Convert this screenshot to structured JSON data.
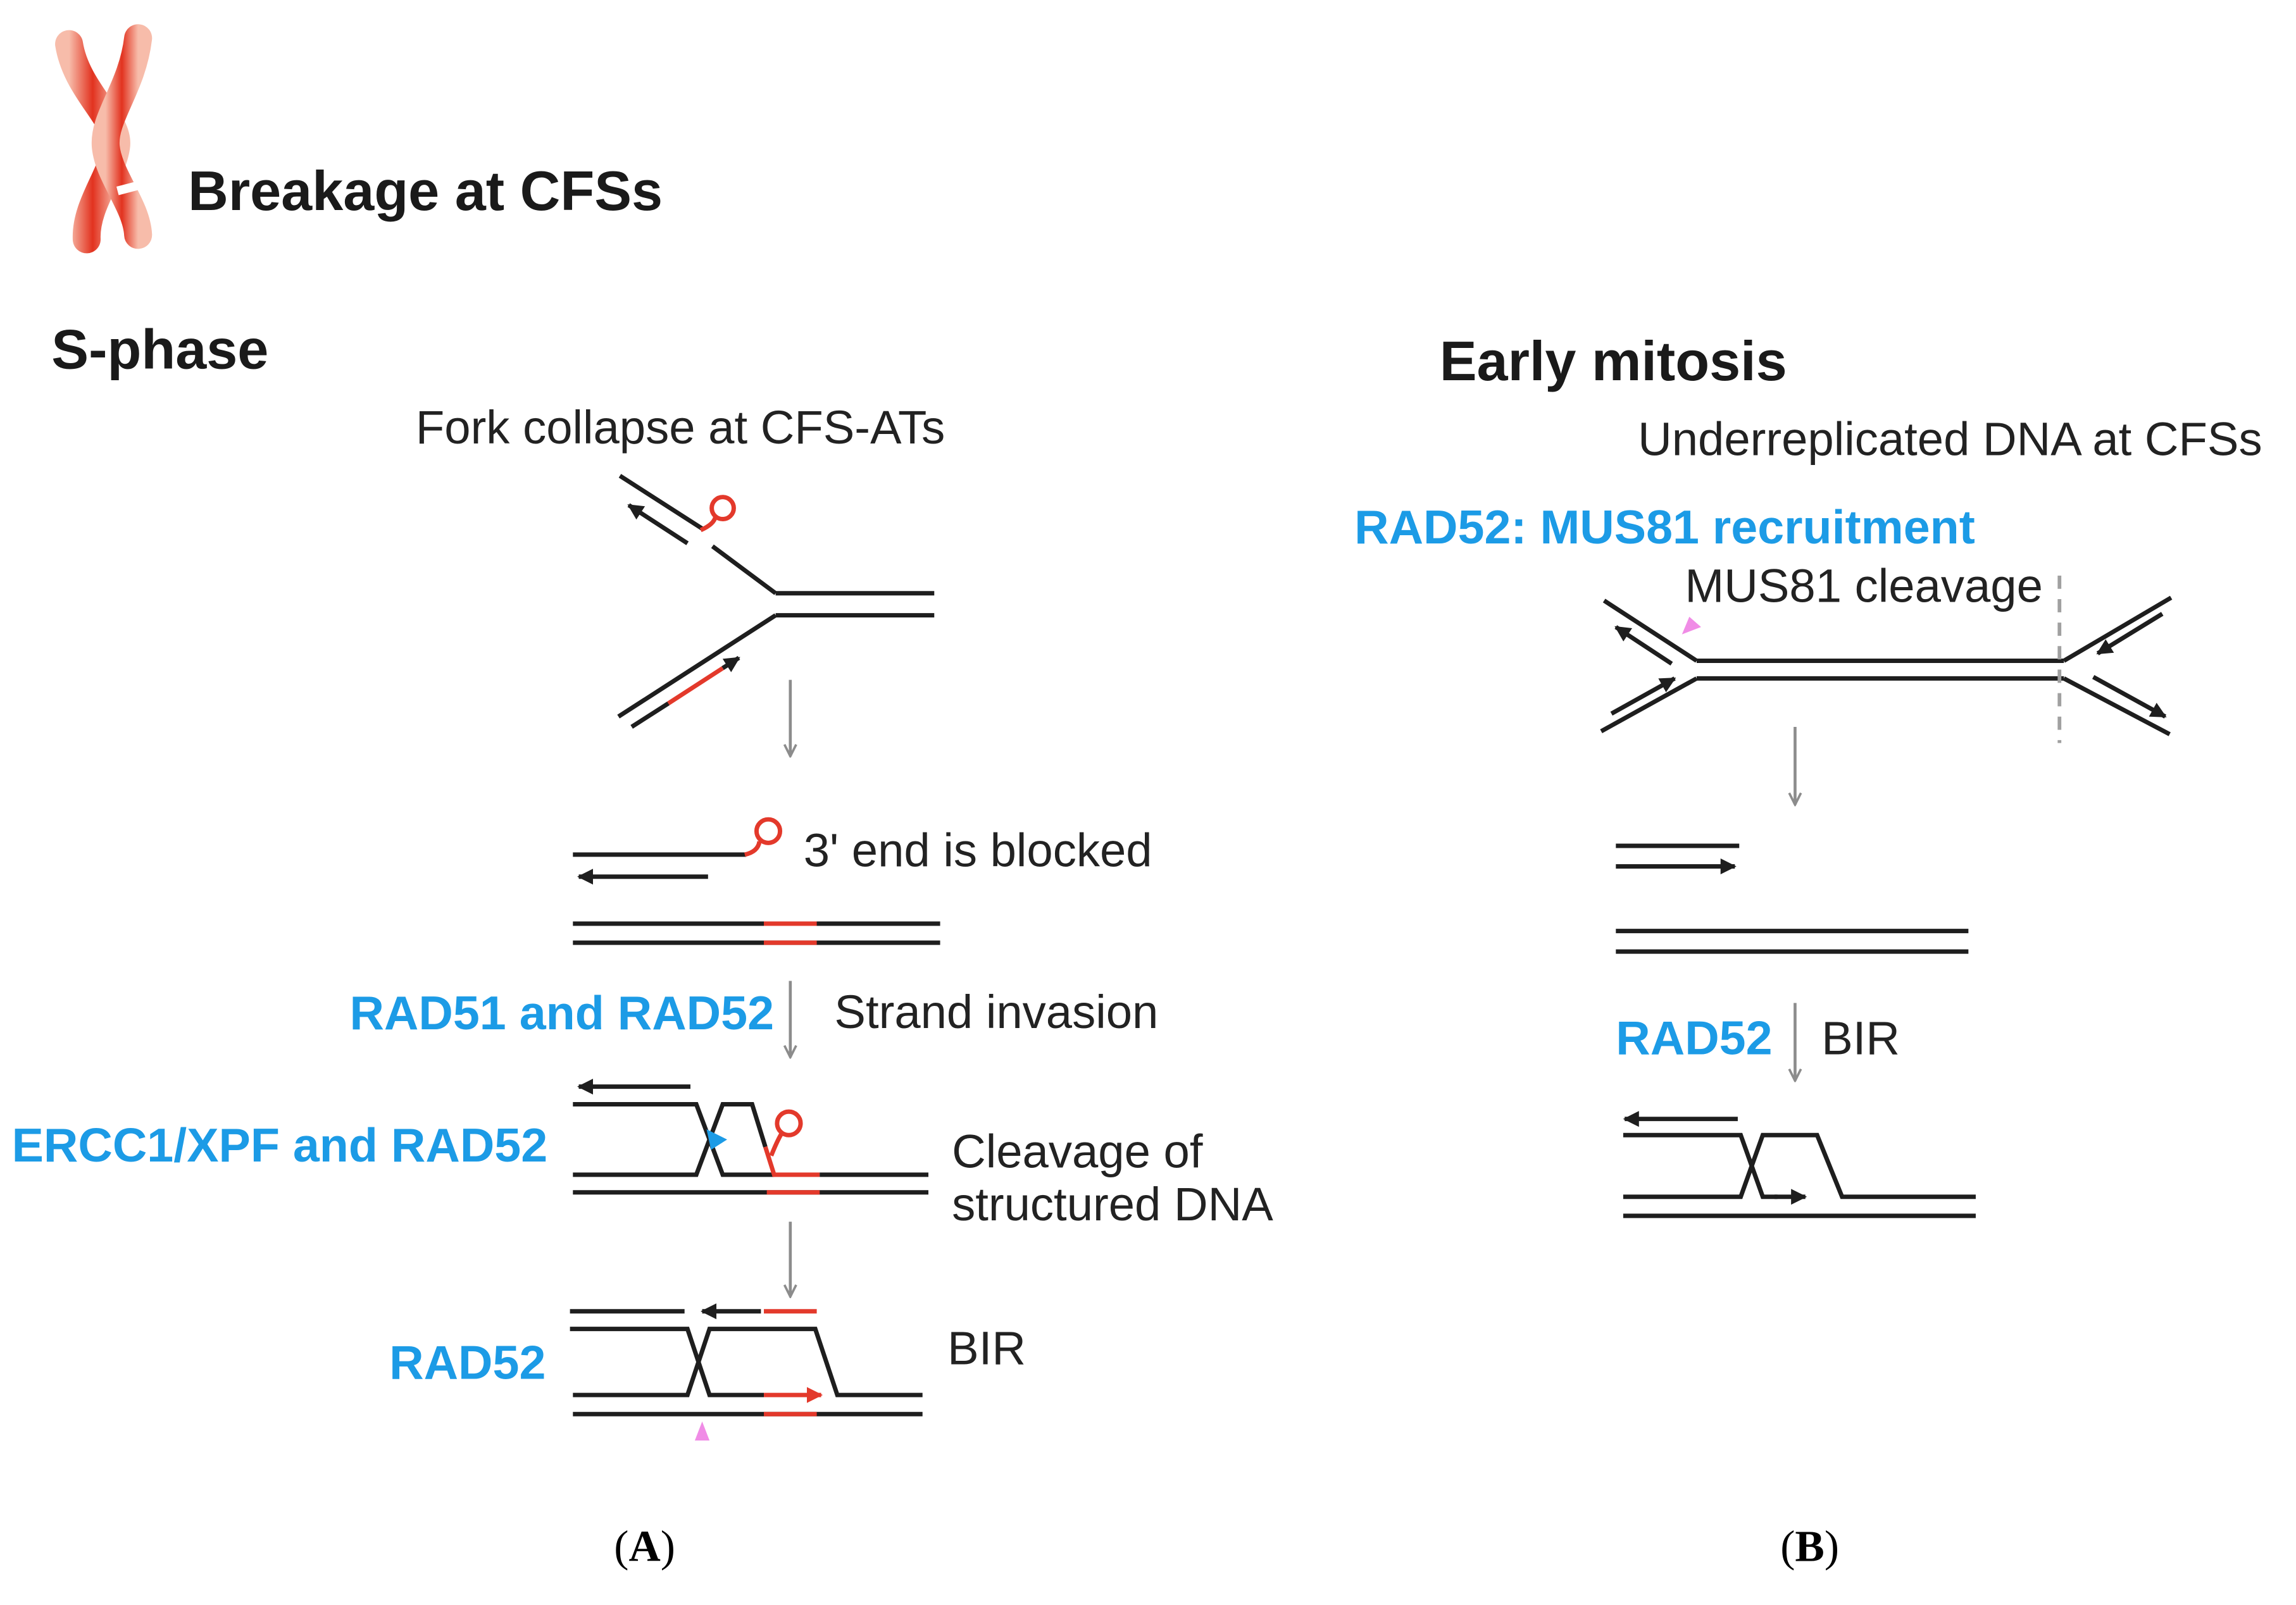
{
  "title": "Breakage at CFSs",
  "panels": {
    "a": {
      "heading": "S-phase",
      "fork_collapse": "Fork collapse at CFS-ATs",
      "blocked": "3' end is blocked",
      "strand_invasion": {
        "factor": "RAD51 and RAD52",
        "process": "Strand invasion"
      },
      "cleavage": {
        "factor": "ERCC1/XPF and RAD52",
        "process_line1": "Cleavage of",
        "process_line2": "structured DNA"
      },
      "bir": {
        "factor": "RAD52",
        "process": "BIR"
      },
      "label": {
        "open": "(",
        "letter": "A",
        "close": ")"
      }
    },
    "b": {
      "heading": "Early mitosis",
      "underreplicated": "Underreplicated DNA at CFSs",
      "recruitment": "RAD52: MUS81 recruitment",
      "cleavage": "MUS81 cleavage",
      "bir": {
        "factor": "RAD52",
        "process": "BIR"
      },
      "label": {
        "open": "(",
        "letter": "B",
        "close": ")"
      }
    }
  },
  "colors": {
    "dna_strand": "#1e1e1e",
    "cfs_region": "#e3392b",
    "factor_label": "#1c9be6",
    "flow_arrow": "#8c8c8c",
    "cleavage_site": "#f08ce6",
    "chromosome": "#e2321f"
  }
}
